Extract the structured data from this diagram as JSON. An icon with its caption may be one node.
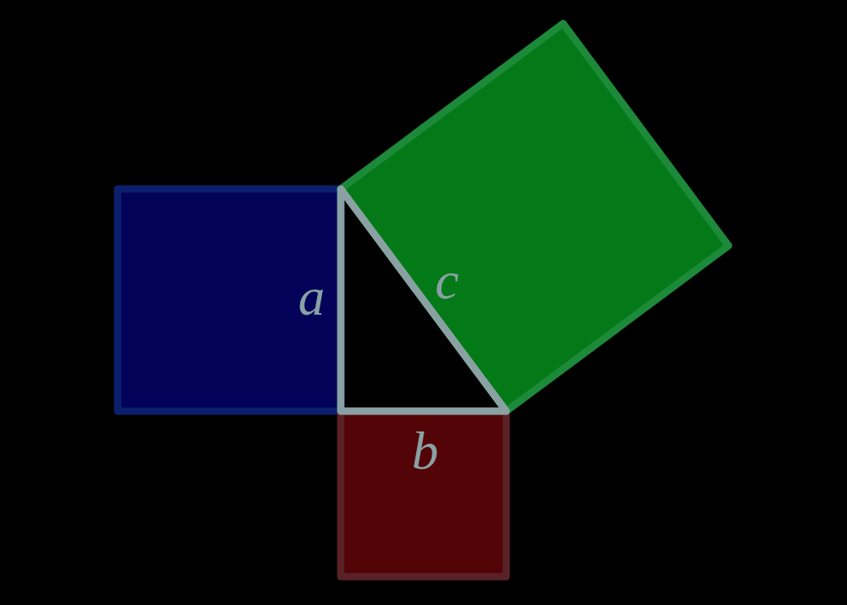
{
  "diagram": {
    "labels": [
      "a",
      "c",
      "b"
    ]
  }
}
